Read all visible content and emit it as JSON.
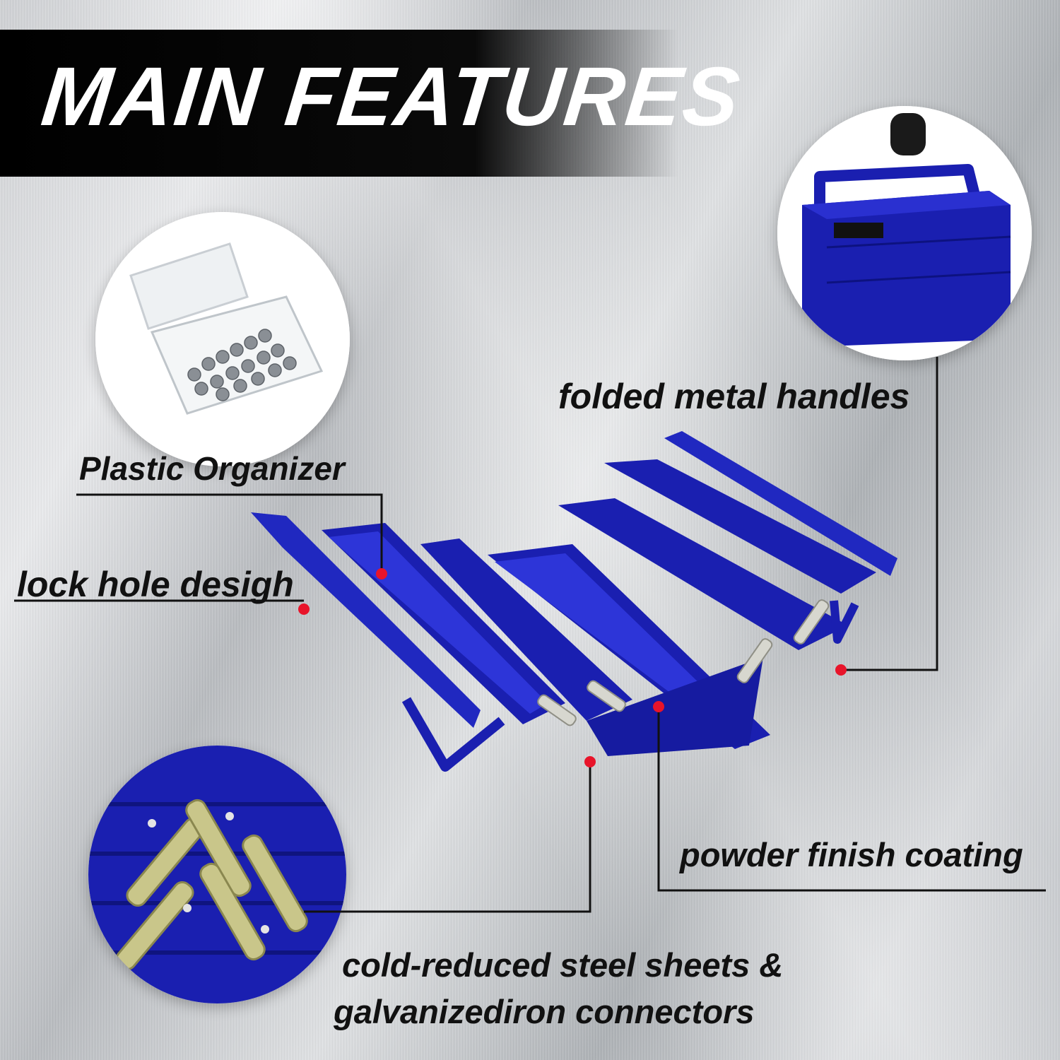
{
  "title": "MAIN FEATURES",
  "labels": {
    "folded_handles": "folded metal handles",
    "plastic_organizer": "Plastic Organizer",
    "lock_hole": "lock hole desigh",
    "powder_coating": "powder finish coating",
    "steel_line1": "cold-reduced steel sheets &",
    "steel_line2": "galvanizediron connectors"
  },
  "colors": {
    "toolbox_blue": "#1a1fb0",
    "marker_red": "#e8142a"
  }
}
